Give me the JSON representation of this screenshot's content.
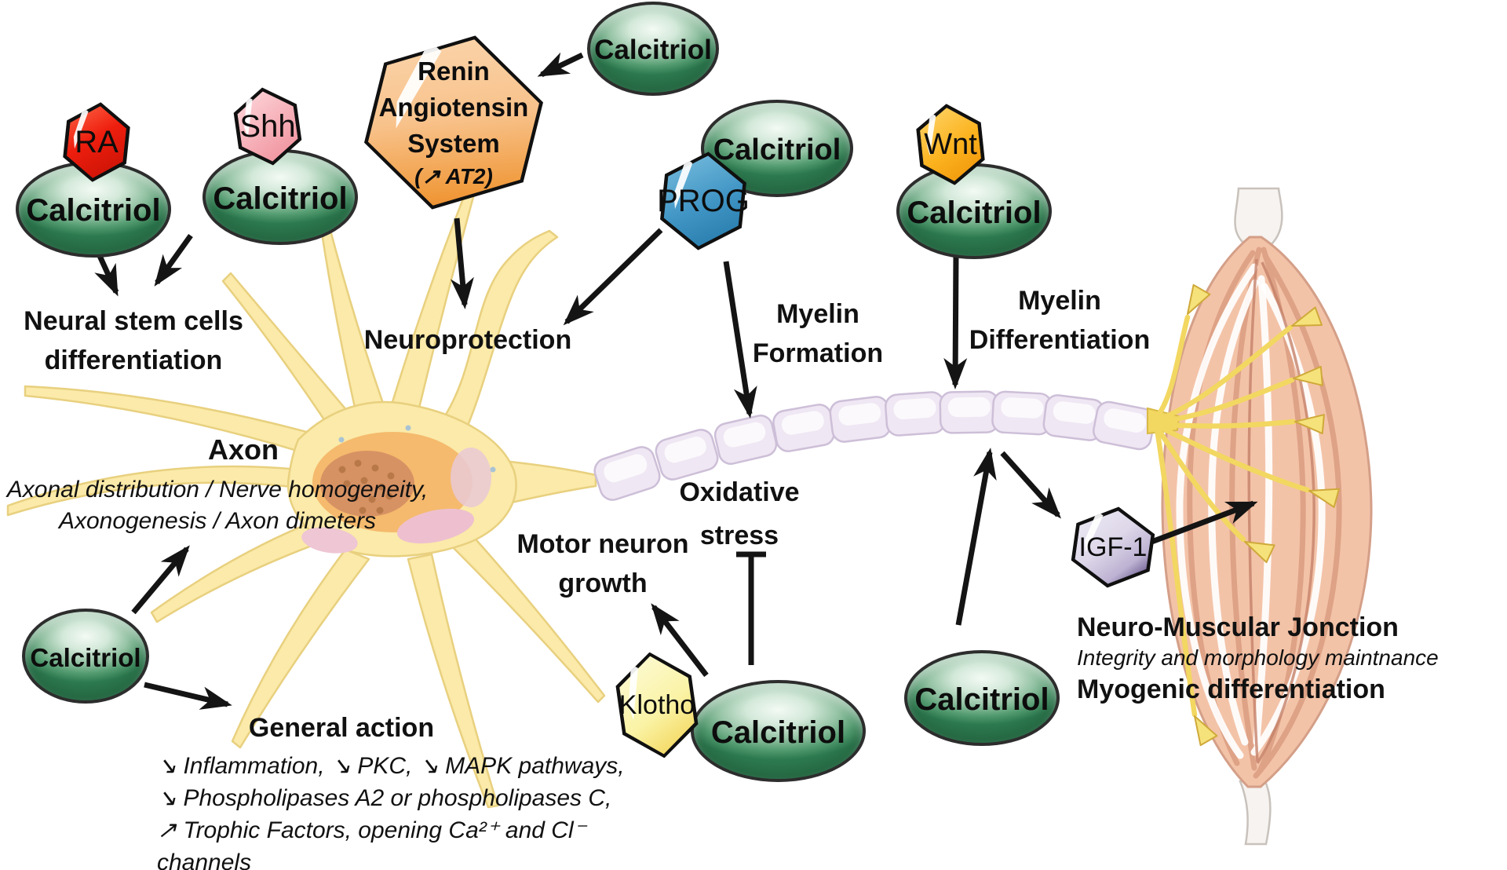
{
  "badges": {
    "calcitriol": "Calcitriol",
    "ra": "RA",
    "shh": "Shh",
    "prog": "PROG",
    "wnt": "Wnt",
    "klotho": "Klotho",
    "igf1": "IGF-1",
    "renin_line1": "Renin",
    "renin_line2": "Angiotensin",
    "renin_line3": "System",
    "renin_line4": "(↗ AT2)"
  },
  "labels": {
    "neural_stem_1": "Neural stem cells",
    "neural_stem_2": "differentiation",
    "neuroprotection": "Neuroprotection",
    "myelin_formation_1": "Myelin",
    "myelin_formation_2": "Formation",
    "myelin_diff_1": "Myelin",
    "myelin_diff_2": "Differentiation",
    "axon_title": "Axon",
    "axon_sub_1": "Axonal distribution / Nerve homogeneity,",
    "axon_sub_2": "Axonogenesis / Axon dimeters",
    "motor_1": "Motor neuron",
    "motor_2": "growth",
    "oxidative_1": "Oxidative",
    "oxidative_2": "stress",
    "general_title": "General action",
    "general_1": "↘ Inflammation,  ↘ PKC,  ↘ MAPK pathways,",
    "general_2": "↘ Phospholipases A2 or phospholipases C,",
    "general_3": "↗ Trophic Factors, opening Ca²⁺ and Cl⁻",
    "general_4": "channels",
    "nmj_title": "Neuro-Muscular Jonction",
    "nmj_sub": "Integrity and morphology maintnance",
    "myogenic": "Myogenic differentiation"
  },
  "colors": {
    "calcitriol_green": "#3f8f63",
    "ra_red": "#ec1c0c",
    "shh_pink": "#f6aeb6",
    "prog_blue": "#3f94c4",
    "wnt_gold": "#fbb21d",
    "klotho_yellow": "#faf3a6",
    "igf1_lavender": "#d9d3e6",
    "renin_orange": "#f8c28b",
    "myelin": "#efe7f3",
    "neuron_yellow": "#fbeaa9",
    "muscle_pink": "#f3c3a8",
    "nerve_yellow": "#f2d761",
    "arrow_black": "#141414"
  }
}
